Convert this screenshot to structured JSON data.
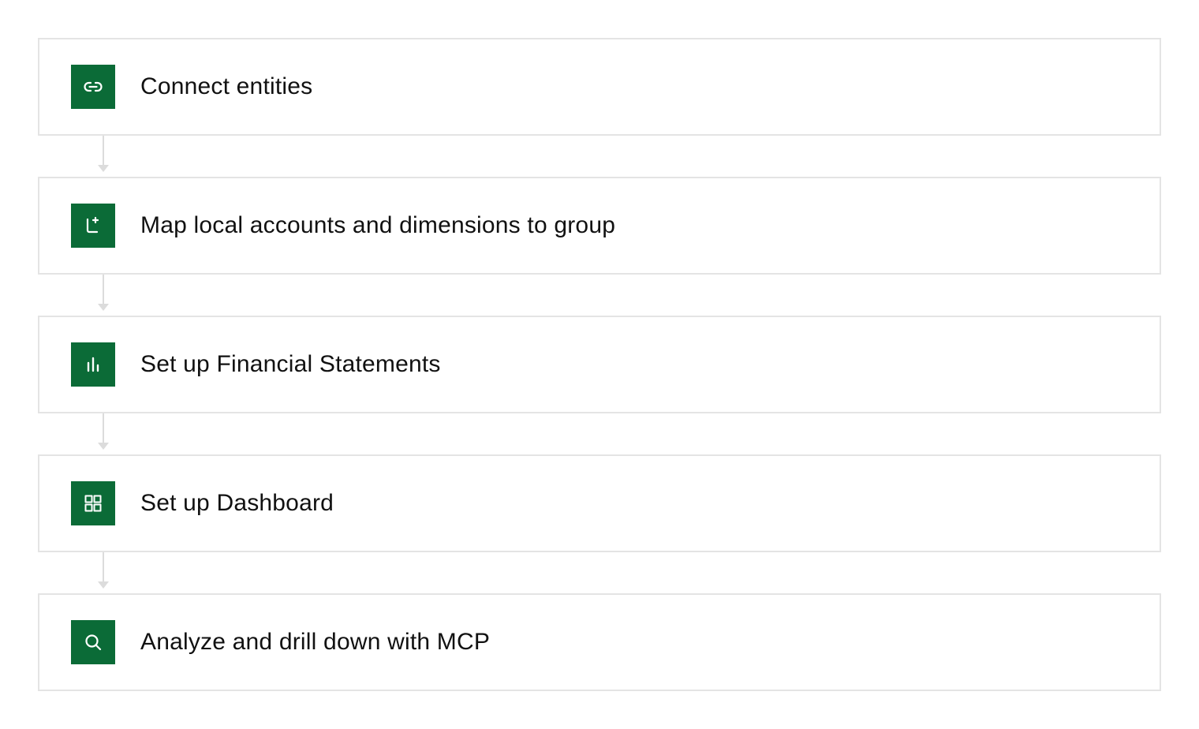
{
  "accent_color": "#0b6b37",
  "border_color": "#e4e4e4",
  "steps": [
    {
      "label": "Connect entities",
      "icon": "link-icon"
    },
    {
      "label": "Map local accounts and dimensions to group",
      "icon": "map-accounts-icon"
    },
    {
      "label": "Set up Financial Statements",
      "icon": "bar-chart-icon"
    },
    {
      "label": "Set up Dashboard",
      "icon": "grid-icon"
    },
    {
      "label": "Analyze and drill down with MCP",
      "icon": "search-icon"
    }
  ]
}
